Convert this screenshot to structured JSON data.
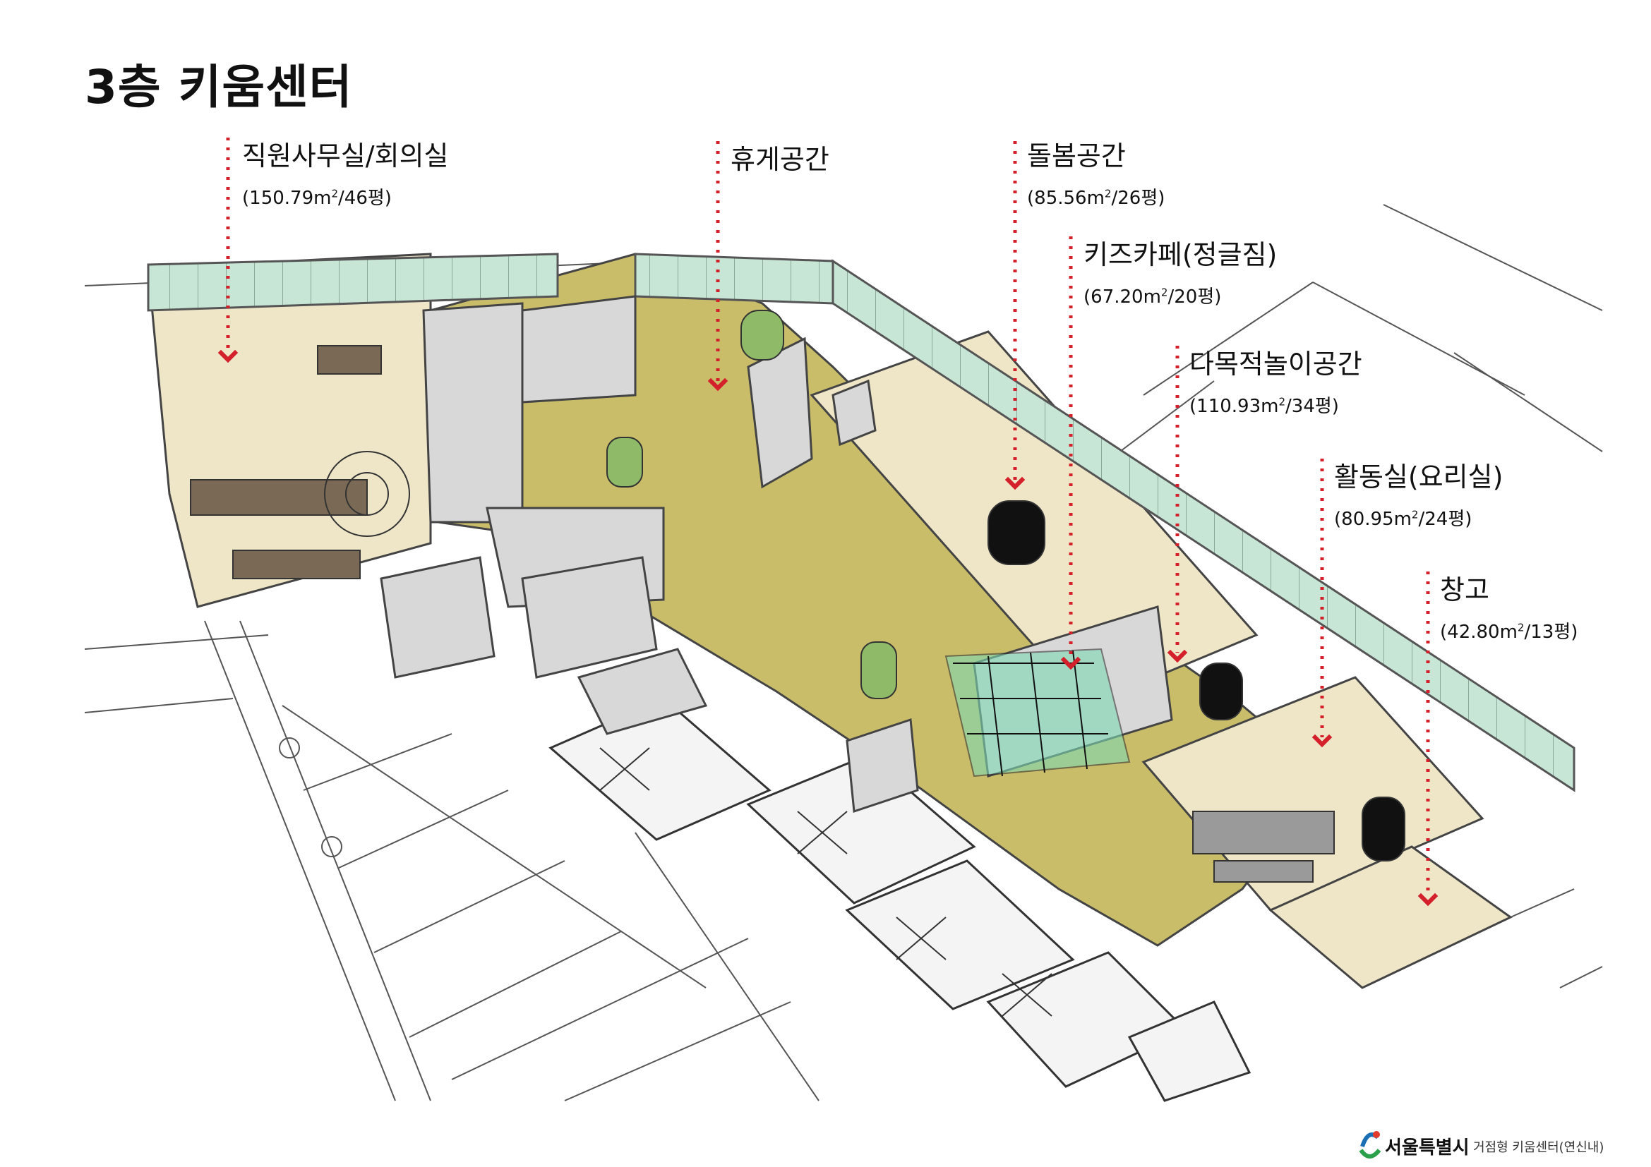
{
  "title": "3층  키움센터",
  "rooms": [
    {
      "name": "직원사무실/회의실",
      "area": "150.79",
      "unit_suffix": "/46평"
    },
    {
      "name": "휴게공간"
    },
    {
      "name": "돌봄공간",
      "area": "85.56",
      "unit_suffix": "/26평"
    },
    {
      "name": "키즈카페(정글짐)",
      "area": "67.20",
      "unit_suffix": "/20평"
    },
    {
      "name": "다목적놀이공간",
      "area": "110.93",
      "unit_suffix": "/34평"
    },
    {
      "name": "활동실(요리실)",
      "area": "80.95",
      "unit_suffix": "/24평"
    },
    {
      "name": "창고",
      "area": "42.80",
      "unit_suffix": "/13평"
    }
  ],
  "area_unit": "m",
  "area_unit_power": "2",
  "footer": {
    "logo_text": "서울특별시",
    "caption": "거점형 키움센터(연신내)"
  },
  "colors": {
    "leader_line": "#d3202a",
    "floor_yellow": "#c9bd6a",
    "floor_beige": "#efe6c8",
    "glass_green": "#bfe0cf",
    "wall_gray": "#d8d8d8"
  }
}
